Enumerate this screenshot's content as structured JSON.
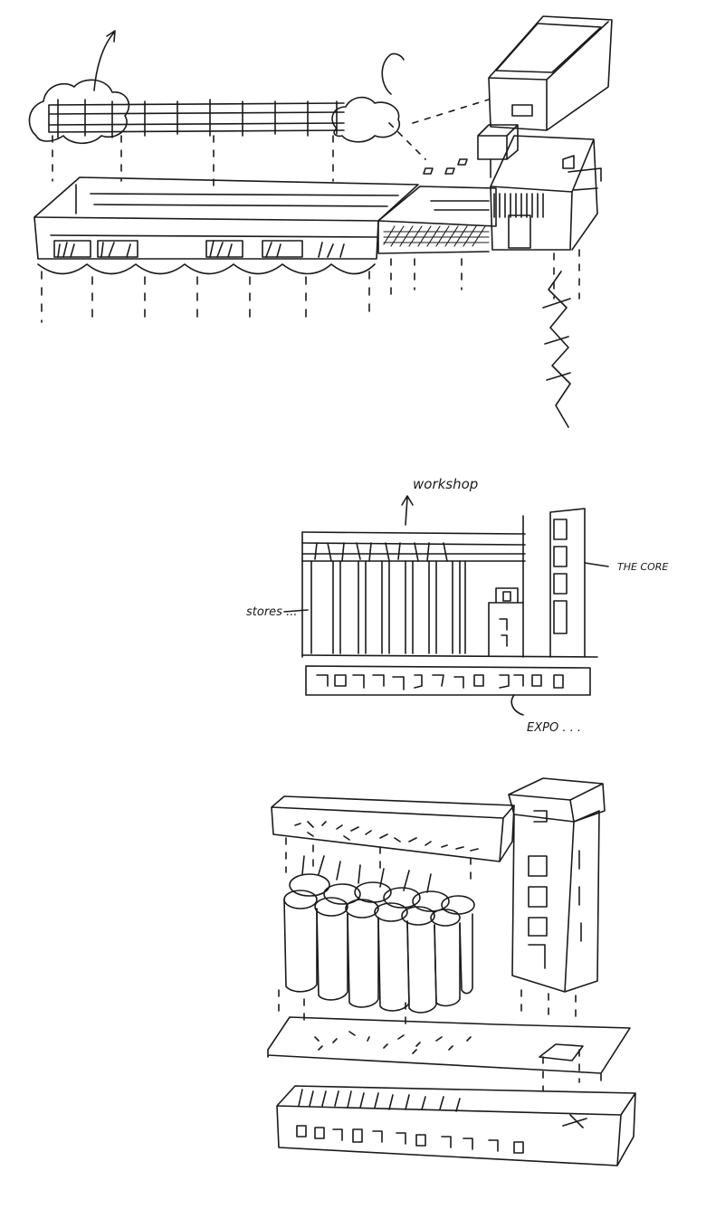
{
  "annotations": {
    "workshop": "workshop",
    "the_core": "THE CORE",
    "stores": "stores ...",
    "expo": "EXPO . . ."
  },
  "colors": {
    "ink": "#1a1a1a",
    "paper": "#ffffff"
  }
}
